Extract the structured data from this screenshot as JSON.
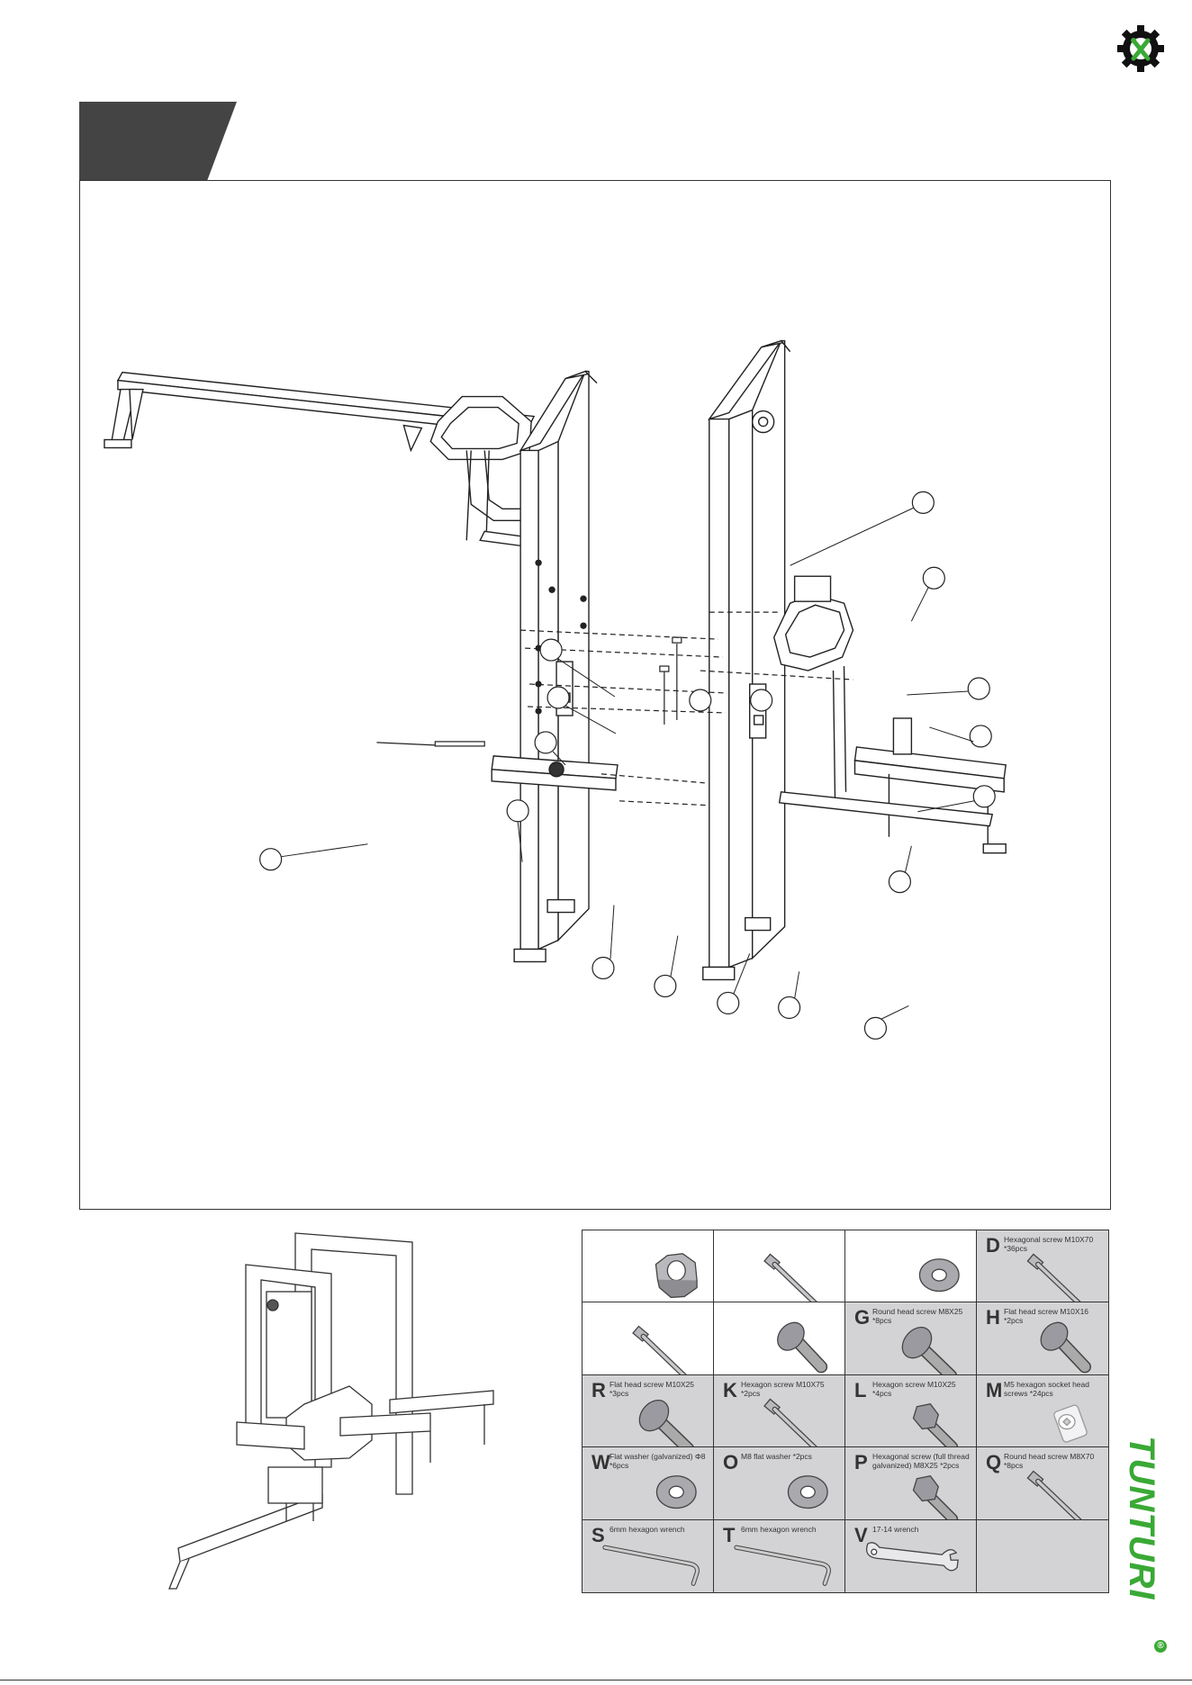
{
  "brand": {
    "name": "TUNTURI",
    "registered": "®",
    "color": "#3aa935"
  },
  "icons": {
    "header_logo": "gear-wrench-icon"
  },
  "parts_table": [
    {
      "letter": "",
      "desc": "",
      "icon": "hex-nut",
      "shaded": false
    },
    {
      "letter": "",
      "desc": "",
      "icon": "long-bolt",
      "shaded": false
    },
    {
      "letter": "",
      "desc": "",
      "icon": "flat-washer",
      "shaded": false
    },
    {
      "letter": "D",
      "desc": "Hexagonal screw M10X70 *36pcs",
      "icon": "long-bolt",
      "shaded": true
    },
    {
      "letter": "",
      "desc": "",
      "icon": "long-bolt",
      "shaded": false
    },
    {
      "letter": "",
      "desc": "",
      "icon": "flat-head-screw",
      "shaded": false
    },
    {
      "letter": "G",
      "desc": "Round head screw M8X25 *8pcs",
      "icon": "round-head-screw",
      "shaded": true
    },
    {
      "letter": "H",
      "desc": "Flat head screw M10X16 *2pcs",
      "icon": "flat-head-screw",
      "shaded": true
    },
    {
      "letter": "R",
      "desc": "Flat head screw M10X25 *3pcs",
      "icon": "round-head-screw",
      "shaded": true
    },
    {
      "letter": "K",
      "desc": "Hexagon screw M10X75 *2pcs",
      "icon": "long-bolt",
      "shaded": true
    },
    {
      "letter": "L",
      "desc": "Hexagon screw M10X25 *4pcs",
      "icon": "hex-bolt",
      "shaded": true
    },
    {
      "letter": "M",
      "desc": "M5 hexagon socket head screws *24pcs",
      "icon": "socket-screw",
      "shaded": true
    },
    {
      "letter": "W",
      "desc": "Flat washer (galvanized) Φ8 *6pcs",
      "icon": "flat-washer",
      "shaded": true
    },
    {
      "letter": "O",
      "desc": "M8 flat washer *2pcs",
      "icon": "flat-washer",
      "shaded": true
    },
    {
      "letter": "P",
      "desc": "Hexagonal screw (full thread galvanized) M8X25 *2pcs",
      "icon": "hex-bolt",
      "shaded": true
    },
    {
      "letter": "Q",
      "desc": "Round head screw M8X70 *8pcs",
      "icon": "long-bolt",
      "shaded": true
    },
    {
      "letter": "S",
      "desc": "6mm hexagon wrench",
      "icon": "allen-wrench",
      "shaded": true
    },
    {
      "letter": "T",
      "desc": "6mm hexagon wrench",
      "icon": "allen-wrench",
      "shaded": true
    },
    {
      "letter": "V",
      "desc": "17-14 wrench",
      "icon": "open-wrench",
      "shaded": true
    },
    {
      "letter": "",
      "desc": "",
      "icon": "",
      "shaded": true
    }
  ]
}
